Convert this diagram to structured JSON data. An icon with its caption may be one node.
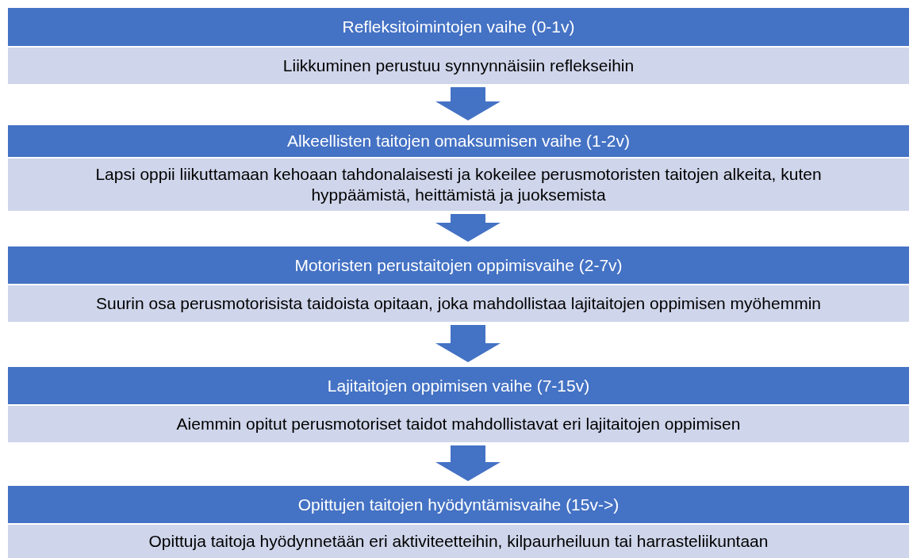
{
  "diagram": {
    "nodes": [
      {
        "text": [
          "Refleksitoimintojen vaihe (0-1v)"
        ]
      },
      {
        "text": [
          "Liikkuminen perustuu synnynnäisiin reflekseihin"
        ]
      },
      {
        "text": [
          "Alkeellisten taitojen omaksumisen vaihe (1-2v)"
        ]
      },
      {
        "text": [
          "Lapsi oppii liikuttamaan kehoaan tahdonalaisesti ja kokeilee perusmotoristen taitojen alkeita, kuten hyppäämistä, heittämistä ja juoksemista"
        ]
      },
      {
        "text": [
          "Motoristen perustaitojen oppimisvaihe (2-7v)"
        ]
      },
      {
        "text": [
          "Suurin osa perusmotorisista taidoista opitaan, joka mahdollistaa lajitaitojen oppimisen myöhemmin"
        ]
      },
      {
        "text": [
          "Lajitaitojen oppimisen vaihe (7-15v)"
        ]
      },
      {
        "text": [
          "Aiemmin opitut perusmotoriset taidot mahdollistavat eri lajitaitojen oppimisen"
        ]
      },
      {
        "text": [
          "Opittujen taitojen hyödyntämisvaihe (15v->)"
        ]
      },
      {
        "text": [
          "Opittuja taitoja hyödynnetään eri aktiviteetteihin, kilpaurheiluun tai harrasteliikuntaan"
        ]
      }
    ],
    "edges": [
      {
        "from": 1,
        "to": 2,
        "arrow": "to"
      },
      {
        "from": 3,
        "to": 4,
        "arrow": "to"
      },
      {
        "from": 5,
        "to": 6,
        "arrow": "to"
      },
      {
        "from": 7,
        "to": 8,
        "arrow": "to"
      }
    ]
  }
}
